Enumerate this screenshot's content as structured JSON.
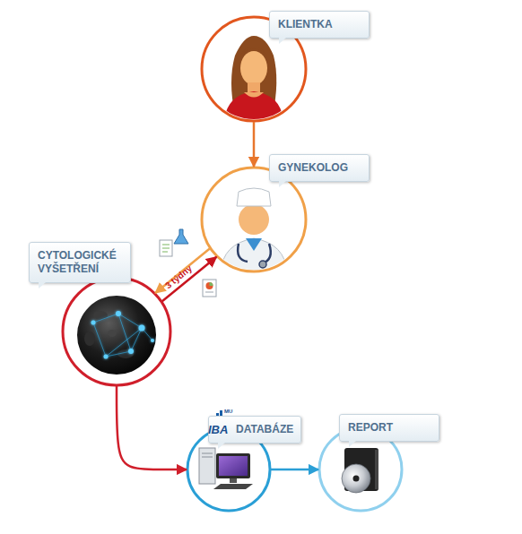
{
  "diagram": {
    "nodes": [
      {
        "text": [
          "KLIENTKA"
        ]
      },
      {
        "text": [
          "GYNEKOLOG"
        ]
      },
      {
        "text": [
          "CYTOLOGICKÉ VYŠETŘENÍ"
        ]
      },
      {
        "text": [
          "DATABÁZE"
        ]
      },
      {
        "text": [
          "REPORT"
        ]
      }
    ],
    "edges": [
      {
        "from": 0,
        "to": 1,
        "arrow": "to"
      },
      {
        "from": 1,
        "to": 2,
        "arrow": "to"
      },
      {
        "from": 2,
        "to": 1,
        "label": "3 týdny",
        "arrow": "to"
      },
      {
        "from": 2,
        "to": 3,
        "arrow": "to"
      },
      {
        "from": 3,
        "to": 4,
        "arrow": "to"
      }
    ],
    "labels": [
      "IBA",
      "MU"
    ]
  }
}
